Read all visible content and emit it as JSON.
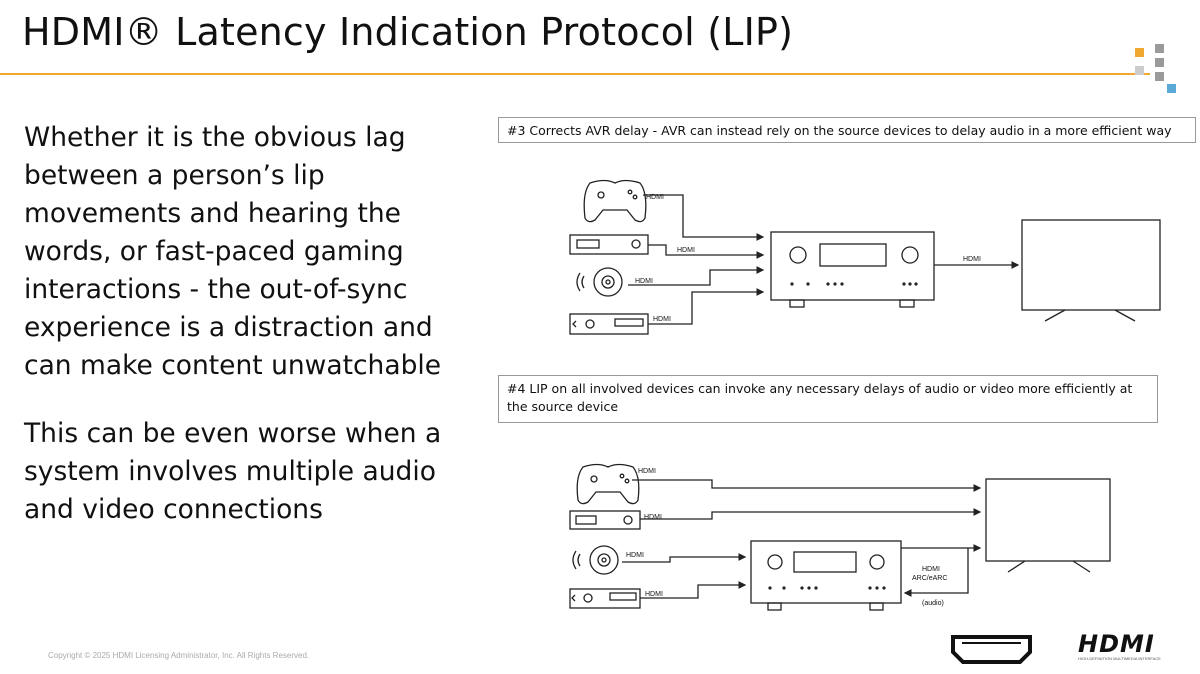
{
  "title": "HDMI® Latency Indication Protocol (LIP)",
  "paragraph1": [
    "Whether it is the obvious lag",
    "between a person’s lip",
    "movements and hearing the",
    "words, or fast-paced gaming",
    "interactions - the out-of-sync",
    "experience is a distraction and",
    "can make content unwatchable"
  ],
  "paragraph2": [
    "This can be even worse when a",
    "system involves multiple audio",
    "and video connections"
  ],
  "diagram3": {
    "caption": "#3 Corrects AVR delay - AVR can instead rely on the source devices to delay audio in a more efficient way",
    "labels": {
      "game": "HDMI",
      "settop": "HDMI",
      "disc": "HDMI",
      "player": "HDMI",
      "out": "HDMI"
    }
  },
  "diagram4": {
    "caption": "#4 LIP on all involved devices can invoke any necessary delays of audio or video more efficiently at the source device",
    "labels": {
      "game": "HDMI",
      "settop": "HDMI",
      "disc": "HDMI",
      "player": "HDMI",
      "arc1": "HDMI",
      "arc2": "ARC/eARC",
      "audio": "(audio)"
    }
  },
  "footer": {
    "copyright": "Copyright © 2025 HDMI Licensing Administrator, Inc. All Rights Reserved.",
    "brand": "HDMI",
    "brand_tagline": "HIGH-DEFINITION MULTIMEDIA INTERFACE"
  },
  "colors": {
    "accent": "#f0a830",
    "square_grey": "#9a9a9a",
    "square_orange": "#f0a830",
    "square_blue": "#5aa9d6"
  }
}
